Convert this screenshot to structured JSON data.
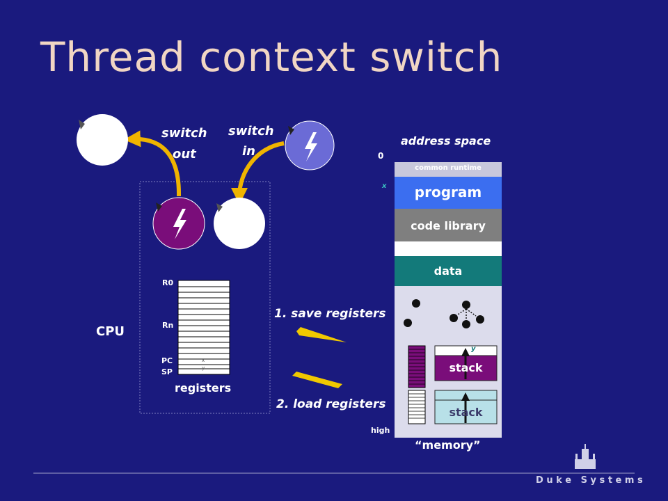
{
  "slide": {
    "title": "Thread context switch"
  },
  "labels": {
    "switch_out_1": "switch",
    "switch_out_2": "out",
    "switch_in_1": "switch",
    "switch_in_2": "in",
    "cpu": "CPU",
    "registers": "registers",
    "r0": "R0",
    "rn": "Rn",
    "pc": "PC",
    "sp": "SP",
    "save": "1. save registers",
    "load": "2. load registers",
    "address_space": "address space",
    "zero": "0",
    "x": "x",
    "y": "y",
    "high": "high",
    "memory": "“memory”"
  },
  "memory_segments": {
    "common_runtime": "common runtime",
    "program": "program",
    "code_library": "code library",
    "data": "data",
    "stack_upper": "stack",
    "stack_lower": "stack"
  },
  "footer": {
    "brand": "D u k e   S y s t e m s"
  },
  "colors": {
    "background": "#1a1a7e",
    "title": "#f1d6c4",
    "arrow": "#f0b400",
    "purple_thread": "#7a0d7a",
    "blue_thread": "#6b6bd6",
    "program_segment": "#3b6ef0",
    "code_library_segment": "#7f7f7f",
    "data_segment": "#137a7a",
    "memory_bg": "#dcdcec",
    "stack_light": "#b8e0e8"
  }
}
